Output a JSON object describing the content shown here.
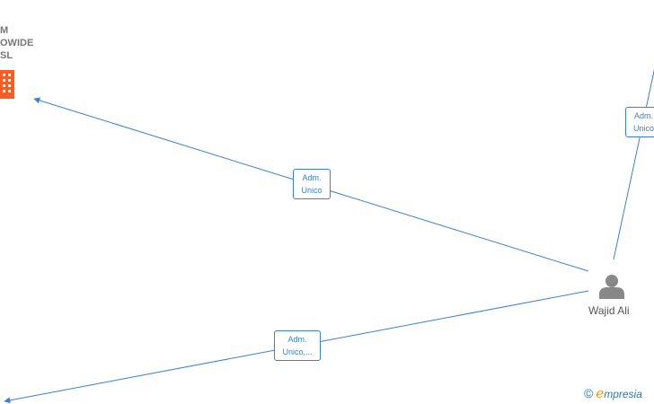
{
  "company": {
    "name_lines": [
      "M",
      "OWIDE",
      "SL"
    ]
  },
  "person": {
    "name": "Wajid Ali"
  },
  "edges": [
    {
      "label_lines": [
        "Adm.",
        "Unico"
      ]
    },
    {
      "label_lines": [
        "Adm.",
        "Unico"
      ]
    },
    {
      "label_lines": [
        "Adm.",
        "Unico,..."
      ]
    }
  ],
  "brand": {
    "copyright": "©",
    "initial": "e",
    "rest": "mpresia"
  },
  "colors": {
    "edge": "#3b7fd1",
    "company_icon": "#ff5a1f",
    "person_icon": "#888888",
    "brand_text": "#2a7ab0",
    "brand_accent": "#f39200"
  }
}
